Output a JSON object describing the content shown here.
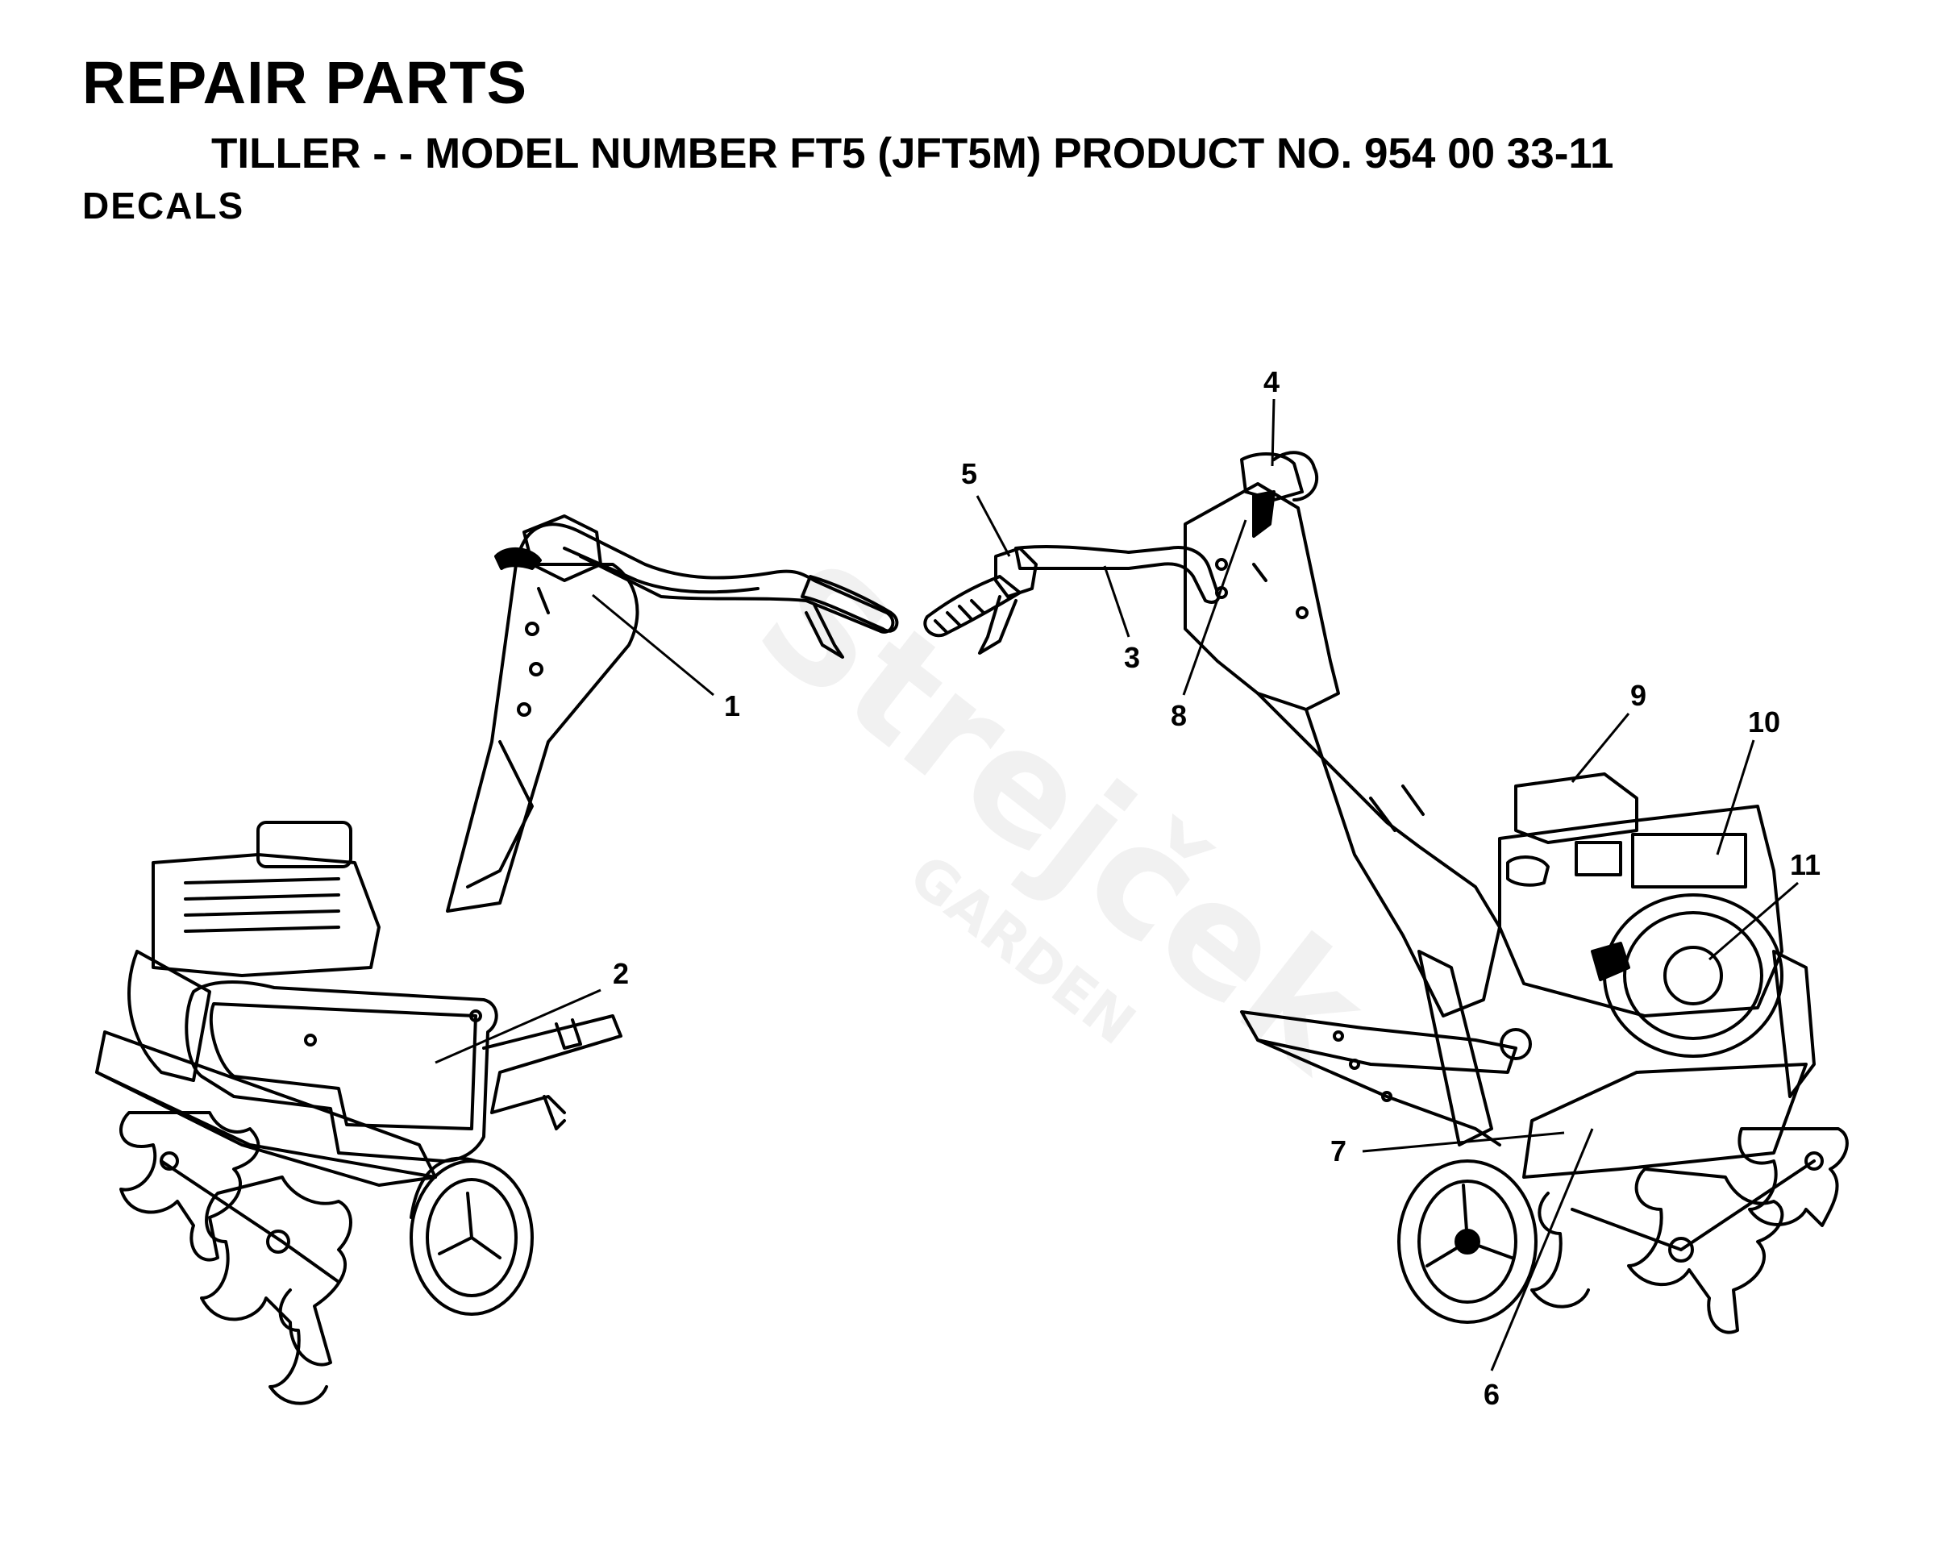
{
  "header": {
    "title": "REPAIR PARTS",
    "subtitle": "TILLER - - MODEL NUMBER FT5 (JFT5M) PRODUCT NO. 954 00 33-11",
    "section": "DECALS"
  },
  "watermark": {
    "brand": "Strejček",
    "tagline": "GARDEN"
  },
  "callouts": [
    "1",
    "2",
    "3",
    "4",
    "5",
    "6",
    "7",
    "8",
    "9",
    "10",
    "11"
  ],
  "colors": {
    "ink": "#000000",
    "paper": "#ffffff"
  }
}
